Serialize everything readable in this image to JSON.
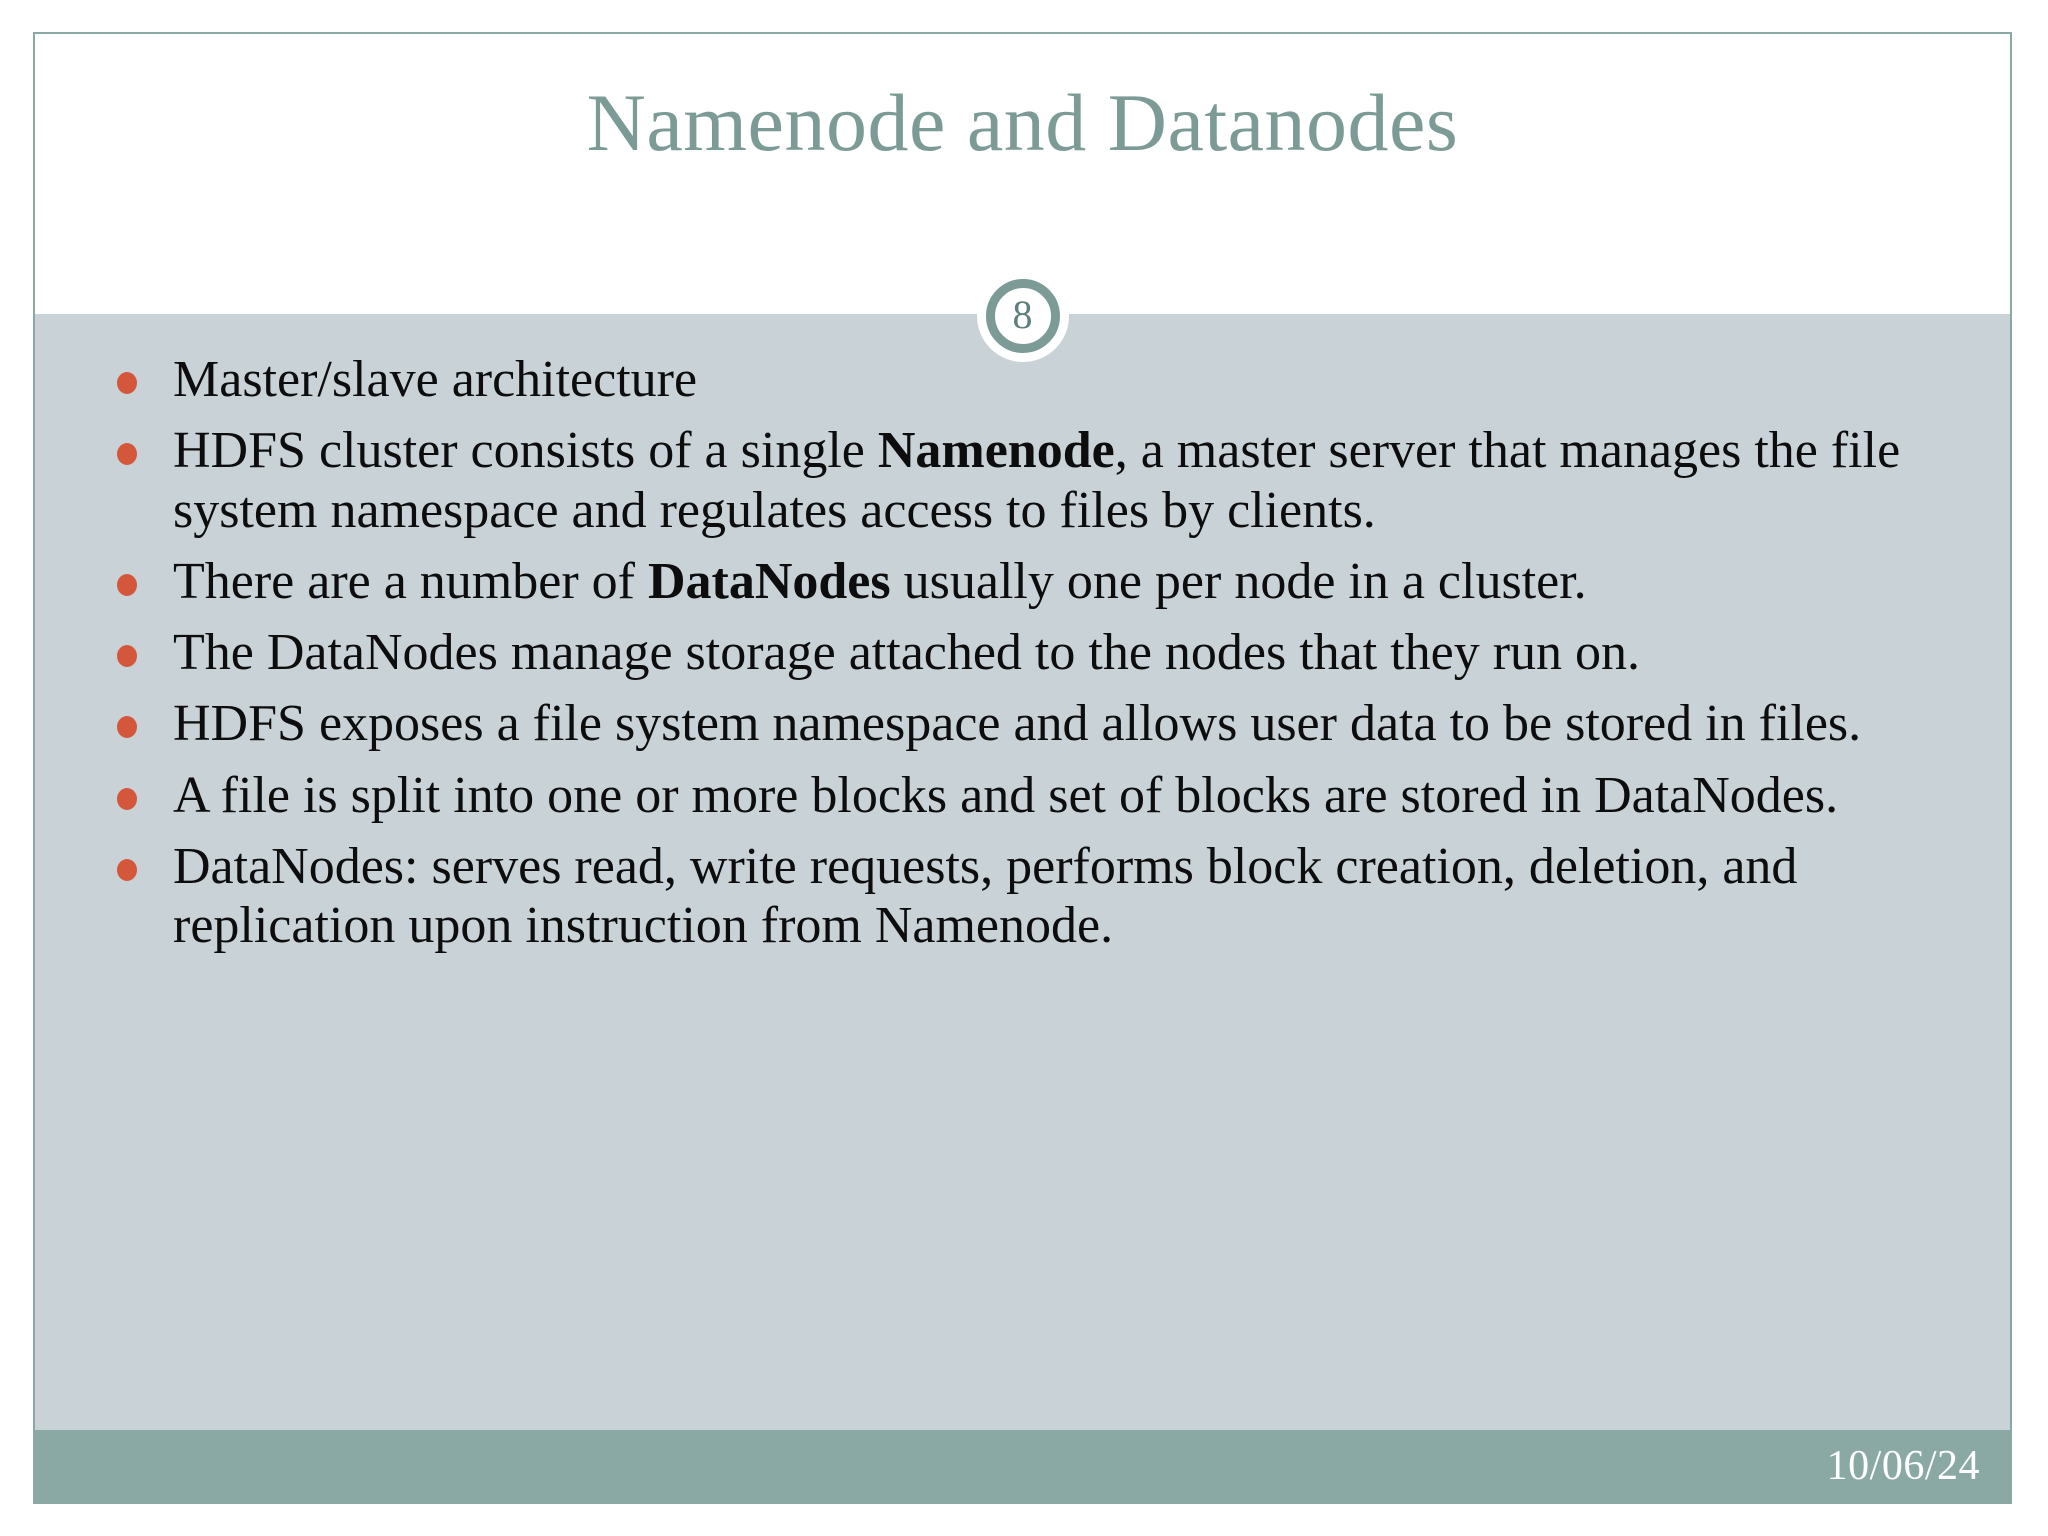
{
  "slide": {
    "title": "Namenode and Datanodes",
    "page_number": "8",
    "footer_date": "10/06/24",
    "colors": {
      "title": "#7d9b96",
      "border": "#8aa9a5",
      "body_background": "#c8d2d7",
      "bullet_dot": "#d4573c",
      "footer_bar": "#8aa9a5",
      "body_text": "#0d0d0d",
      "footer_text": "#ffffff"
    }
  },
  "bullets": [
    {
      "id": "master-slave-architecture",
      "html": "Master/slave architecture"
    },
    {
      "id": "hdfs-cluster-namenode",
      "html": "HDFS cluster consists of a single <b>Namenode</b>, a master server that manages the file system namespace and regulates access to files by clients."
    },
    {
      "id": "datanodes-per-node",
      "html": "There are a number of <b>DataNodes</b> usually one per node in a cluster."
    },
    {
      "id": "datanodes-manage-storage",
      "html": "The DataNodes manage storage attached to the nodes that they run on."
    },
    {
      "id": "hdfs-exposes-namespace",
      "html": "HDFS exposes a file system namespace and allows user data to be stored in files."
    },
    {
      "id": "file-split-into-blocks",
      "html": "A file is split into one or more blocks and set of blocks are stored in DataNodes."
    },
    {
      "id": "datanodes-serve-requests",
      "html": "DataNodes: serves read, write requests, performs block creation, deletion, and replication upon instruction from Namenode."
    }
  ]
}
